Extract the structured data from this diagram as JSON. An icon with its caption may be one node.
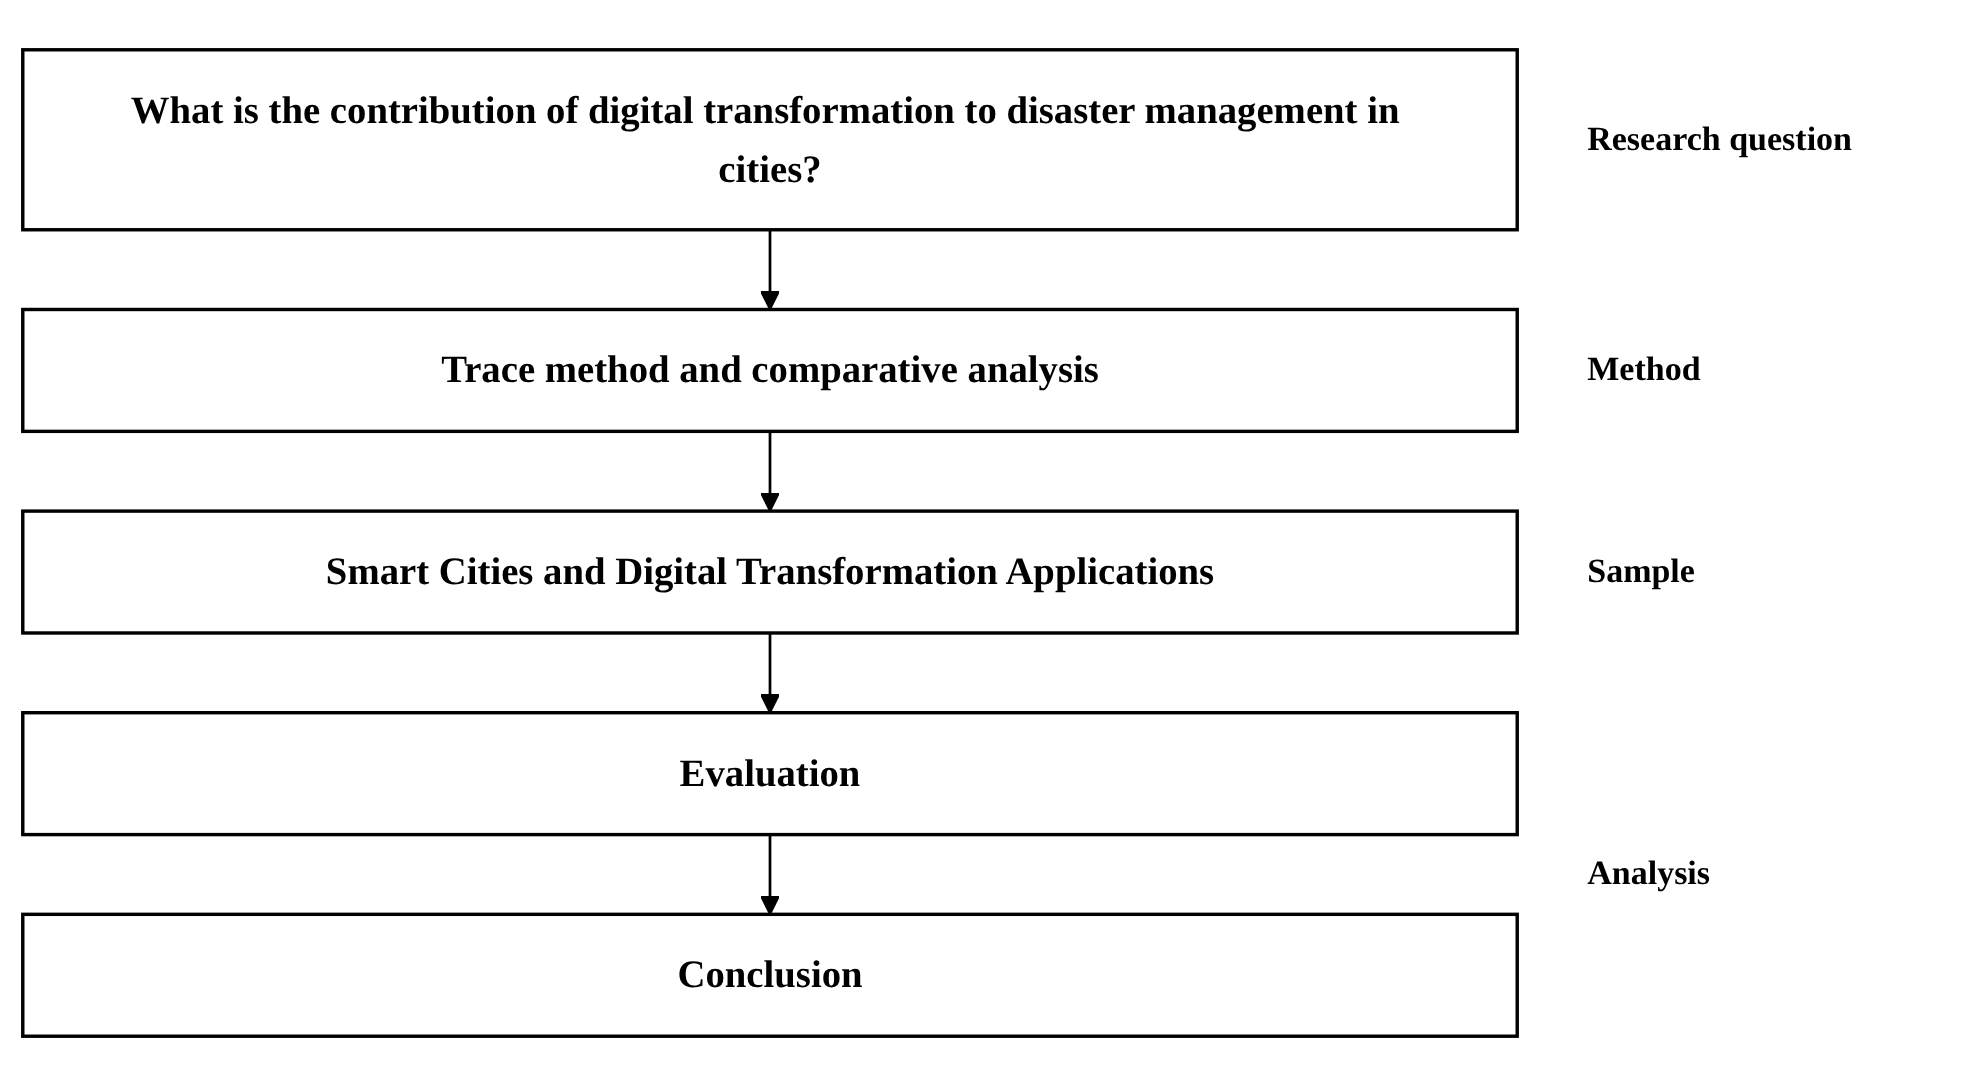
{
  "diagram": {
    "nodes": [
      {
        "text": [
          "What is the contribution of digital transformation to disaster management in cities?"
        ],
        "beside": [
          "Research question"
        ]
      },
      {
        "text": [
          "Trace method and comparative analysis"
        ],
        "beside": [
          "Method"
        ]
      },
      {
        "text": [
          "Smart Cities and Digital Transformation Applications"
        ],
        "beside": [
          "Sample"
        ]
      },
      {
        "text": [
          "Evaluation"
        ]
      },
      {
        "text": [
          "Conclusion"
        ]
      }
    ],
    "edges": [
      {
        "from": 0,
        "to": 1,
        "arrow": "to"
      },
      {
        "from": 1,
        "to": 2,
        "arrow": "to"
      },
      {
        "from": 2,
        "to": 3,
        "arrow": "to"
      },
      {
        "from": 3,
        "to": 4,
        "arrow": "to"
      }
    ],
    "labels": [
      "Analysis"
    ]
  }
}
